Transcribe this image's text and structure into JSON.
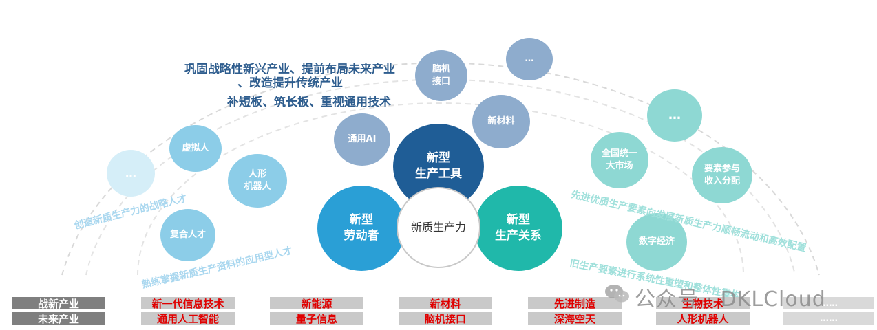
{
  "headings": {
    "line1": "巩固战略性新兴产业、提前布局未来产业",
    "line2": "、改造提升传统产业",
    "line3": "补短板、筑长板、重视通用技术"
  },
  "center": {
    "core": "新质生产力",
    "tools": "新型\n生产工具",
    "labor": "新型\n劳动者",
    "relations": "新型\n生产关系"
  },
  "tool_bubbles": {
    "ai": "通用AI",
    "bci": "脑机\n接口",
    "more": "…",
    "materials": "新材料"
  },
  "labor_bubbles": {
    "more": "…",
    "virtual": "虚拟人",
    "robot": "人形\n机器人",
    "composite": "复合人才"
  },
  "relation_bubbles": {
    "market": "全国统一\n大市场",
    "more": "…",
    "distribution": "要素参与\n收入分配",
    "digital": "数字经济"
  },
  "arc_labels": {
    "strategic_talent": "创造新质生产力的战略人才",
    "applied_talent": "熟练掌握新质生产资料的应用型人才",
    "factor_allocation": "先进优质生产要素向发展新质生产力顺畅流动和高效配置",
    "factor_restructure": "旧生产要素进行系统性重塑和整体性重构"
  },
  "industry_table": {
    "row_labels": [
      "战新产业",
      "未来产业"
    ],
    "row1": [
      "新一代信息技术",
      "新能源",
      "新材料",
      "先进制造",
      "生物技术",
      "……"
    ],
    "row2": [
      "通用人工智能",
      "量子信息",
      "脑机接口",
      "深海空天",
      "人形机器人",
      "……"
    ]
  },
  "watermark": "公众号 · DKLCloud",
  "colors": {
    "tools": "#1f5d96",
    "labor": "#2a9fd6",
    "relations": "#20b8aa",
    "tool_bubble": "#8eaccd",
    "labor_bubble": "#8ccde8",
    "relation_bubble": "#8ed8d3",
    "heading": "#2e5d8e",
    "red_text": "#e00000"
  }
}
